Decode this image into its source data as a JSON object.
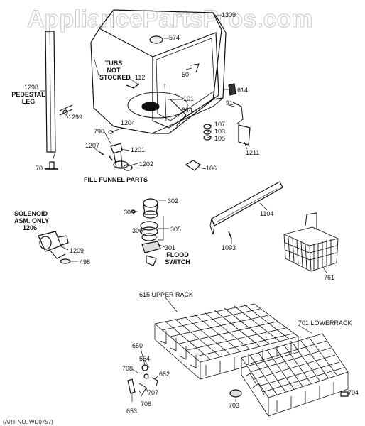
{
  "watermark": "AppliancePartsPros.com",
  "labels": {
    "l1309": "1309",
    "l574": "574",
    "tubs_not_stocked": [
      "TUBS",
      "NOT",
      "STOCKED"
    ],
    "l112": "112",
    "l50": "50",
    "l614": "614",
    "l1298": "1298",
    "pedestal_leg": [
      "PEDESTAL",
      "LEG"
    ],
    "l101": "101",
    "l91": "91",
    "l844": "844",
    "l1299": "1299",
    "l1204": "1204",
    "l107": "107",
    "l103": "103",
    "l105": "105",
    "l790": "790",
    "l1211": "1211",
    "l1207": "1207",
    "l1201": "1201",
    "l1202": "1202",
    "l106": "106",
    "l70": "70",
    "fill_funnel_parts": "FILL FUNNEL PARTS",
    "l302": "302",
    "l309": "309",
    "l1104": "1104",
    "solenoid": [
      "SOLENOID",
      "ASM. ONLY",
      "1206"
    ],
    "l306": "306",
    "l305": "305",
    "l301": "301",
    "flood_switch": [
      "FLOOD",
      "SWITCH"
    ],
    "l1093": "1093",
    "l1209": "1209",
    "l496": "496",
    "l761": "761",
    "upper_rack": "615 UPPER RACK",
    "lower_rack": "701 LOWERRACK",
    "l650": "650",
    "l654": "654",
    "l708": "708",
    "l652": "652",
    "l707": "707",
    "l706": "706",
    "l653": "653",
    "l703": "703",
    "l704": "704"
  },
  "footer": "(ART NO. WD0757)"
}
